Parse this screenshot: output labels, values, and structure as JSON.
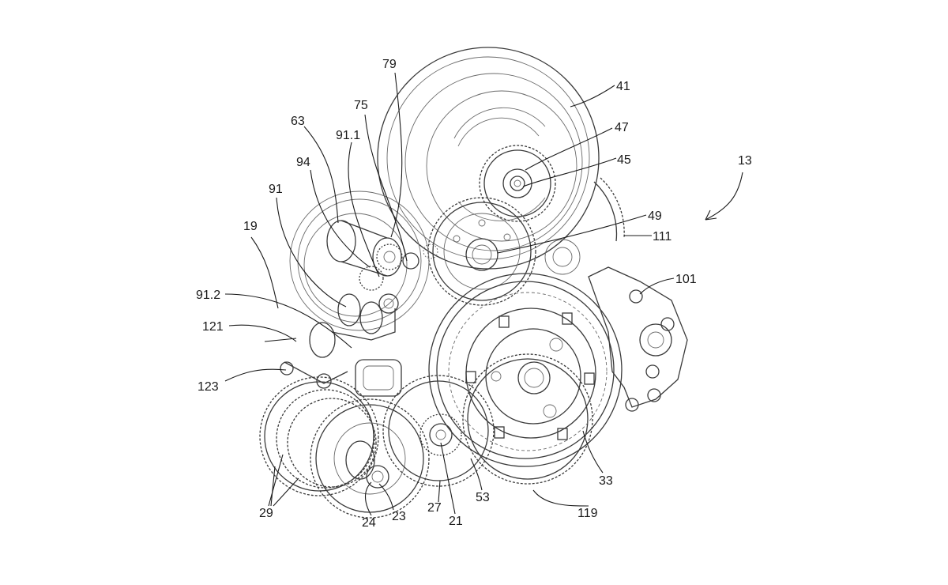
{
  "reference_numerals": {
    "n79": "79",
    "n75": "75",
    "n63": "63",
    "n91_1": "91.1",
    "n94": "94",
    "n91": "91",
    "n19": "19",
    "n91_2": "91.2",
    "n121": "121",
    "n123": "123",
    "n29": "29",
    "n24": "24",
    "n23": "23",
    "n27": "27",
    "n21": "21",
    "n53": "53",
    "n119": "119",
    "n33": "33",
    "n101": "101",
    "n111": "111",
    "n49": "49",
    "n45": "45",
    "n47": "47",
    "n41": "41",
    "n13": "13"
  }
}
